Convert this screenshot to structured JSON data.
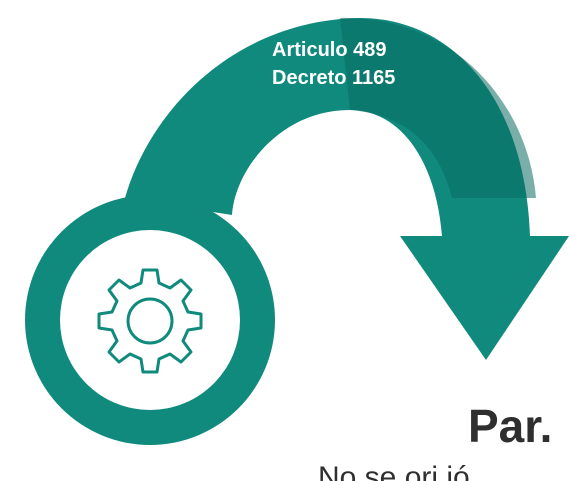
{
  "arc_label": {
    "line1": "Articulo 489",
    "line2": "Decreto 1165"
  },
  "heading": "Par.",
  "subtext": "No se ori ió",
  "icons": {
    "center": "gear-icon",
    "pointer": "arrow-down-icon"
  },
  "colors": {
    "teal": "#0f8a7d",
    "teal_dark": "#0b6c63",
    "text_dark": "#2f2f2f",
    "background": "#ffffff"
  }
}
